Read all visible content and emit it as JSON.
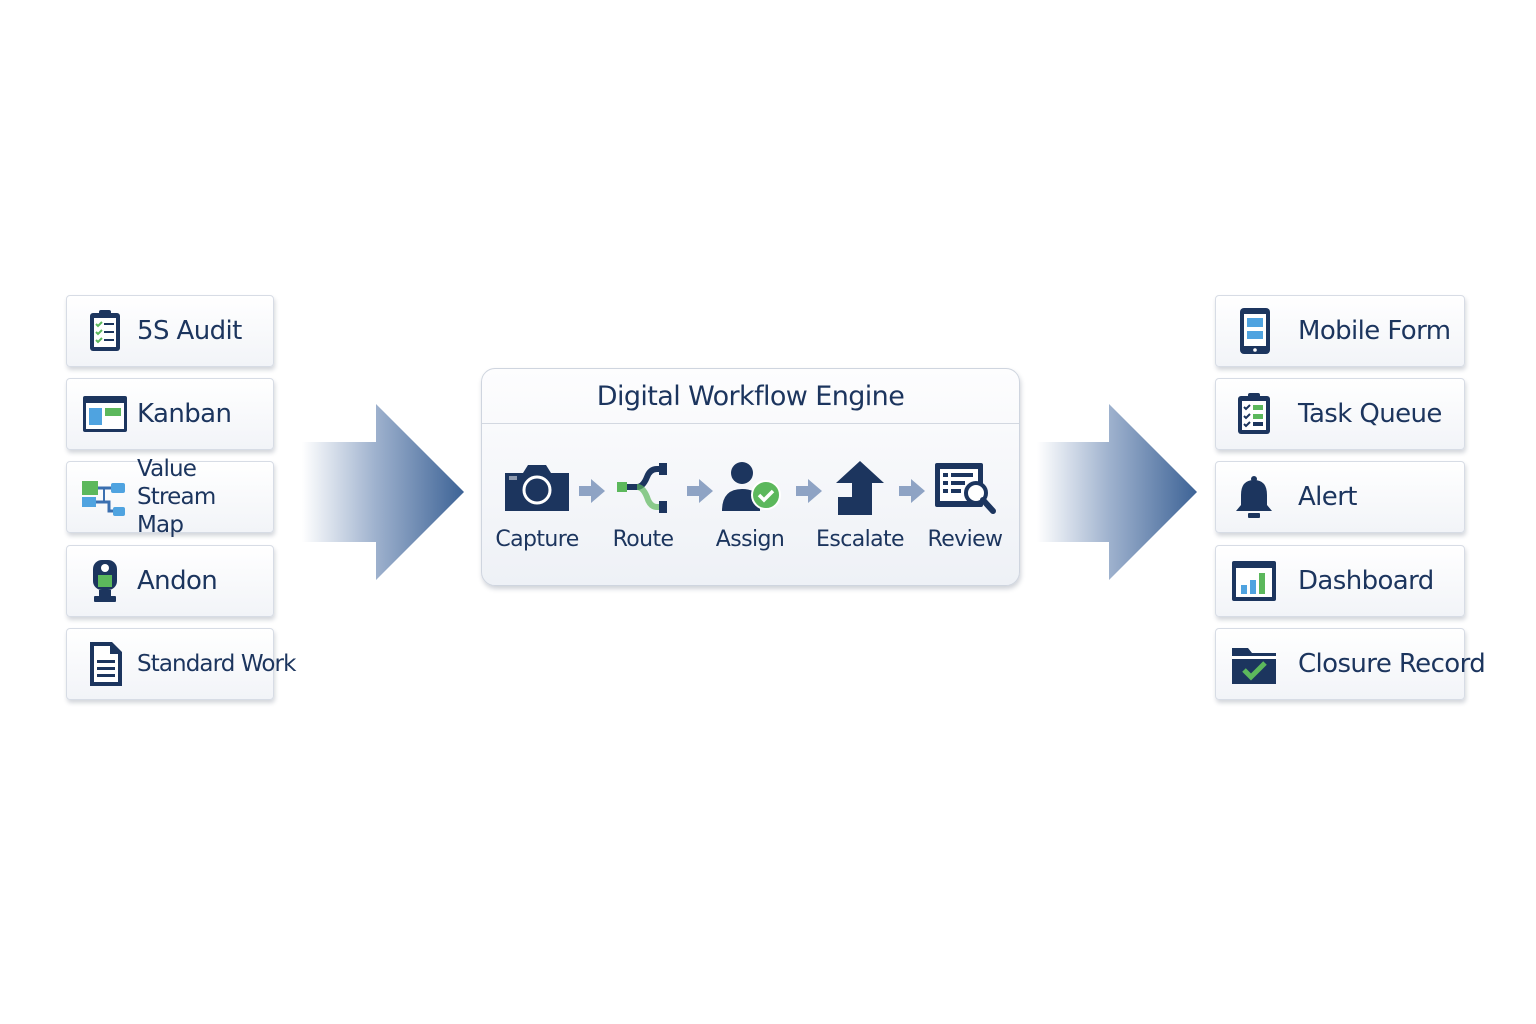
{
  "engine": {
    "title": "Digital Workflow Engine",
    "steps": [
      {
        "label": "Capture",
        "icon": "camera-icon"
      },
      {
        "label": "Route",
        "icon": "route-icon"
      },
      {
        "label": "Assign",
        "icon": "user-check-icon"
      },
      {
        "label": "Escalate",
        "icon": "escalate-icon"
      },
      {
        "label": "Review",
        "icon": "review-icon"
      }
    ]
  },
  "inputs": [
    {
      "label": "5S Audit",
      "icon": "clipboard-checklist-icon"
    },
    {
      "label": "Kanban",
      "icon": "kanban-board-icon"
    },
    {
      "label": "Value Stream Map",
      "icon": "value-stream-map-icon"
    },
    {
      "label": "Andon",
      "icon": "andon-light-icon"
    },
    {
      "label": "Standard Work",
      "icon": "document-icon"
    }
  ],
  "outputs": [
    {
      "label": "Mobile Form",
      "icon": "mobile-phone-icon"
    },
    {
      "label": "Task Queue",
      "icon": "task-checklist-icon"
    },
    {
      "label": "Alert",
      "icon": "bell-icon"
    },
    {
      "label": "Dashboard",
      "icon": "bar-chart-icon"
    },
    {
      "label": "Closure Record",
      "icon": "folder-check-icon"
    }
  ],
  "colors": {
    "navy": "#1c355e",
    "blue": "#3a6fb0",
    "light_blue": "#4fa3e0",
    "green": "#5cb85c",
    "arrow_gray": "#8ea3c4"
  }
}
